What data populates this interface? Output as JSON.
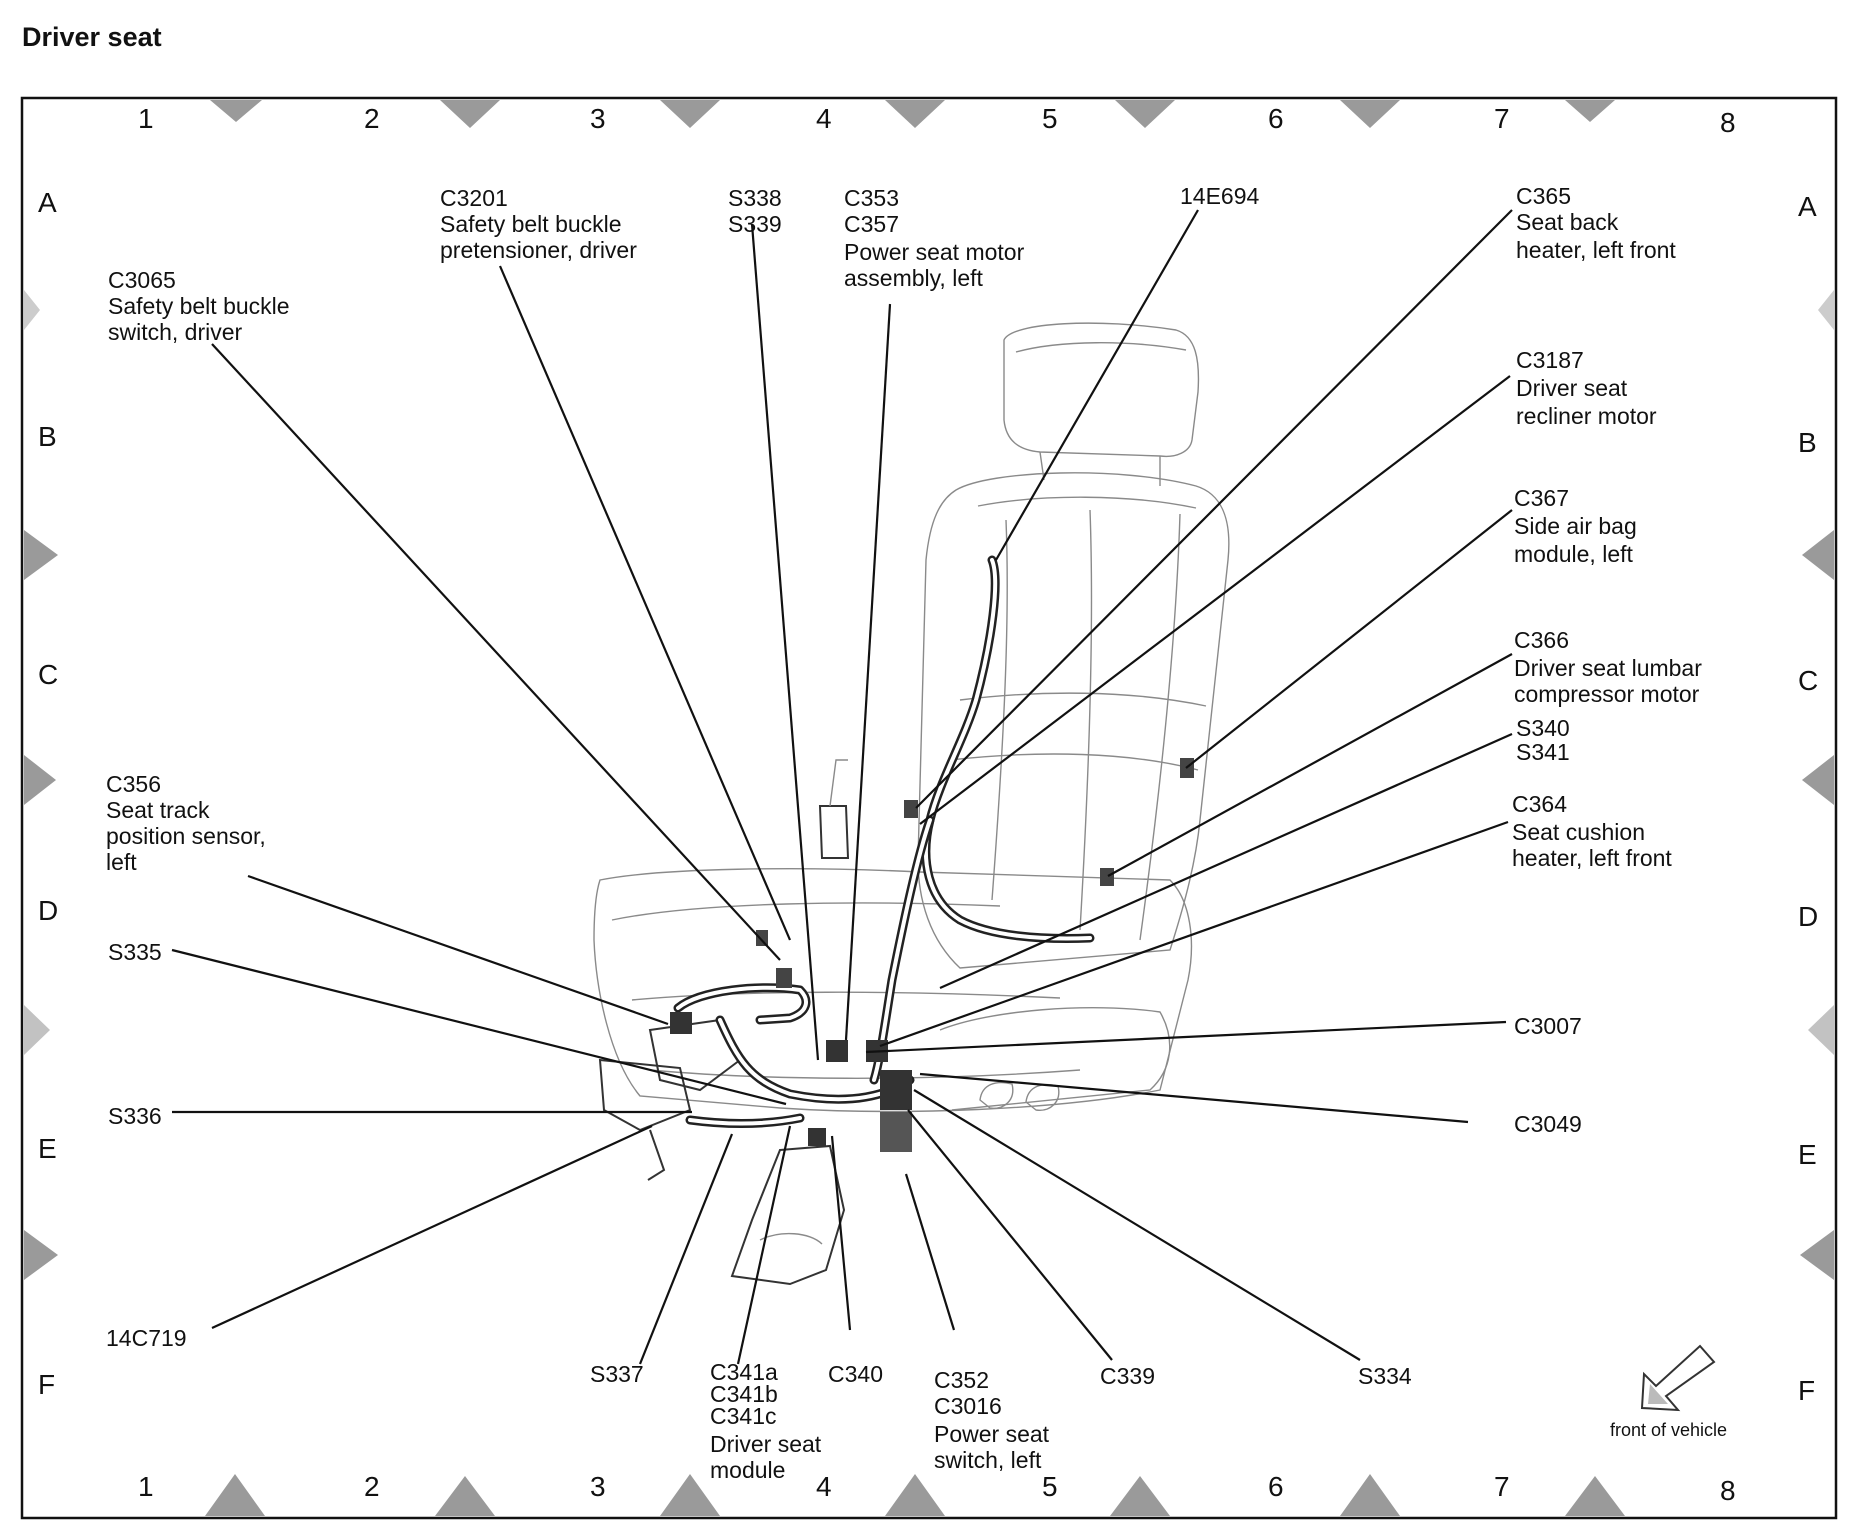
{
  "title": "Driver  seat",
  "grid": {
    "columns": [
      "1",
      "2",
      "3",
      "4",
      "5",
      "6",
      "7",
      "8"
    ],
    "rows": [
      "A",
      "B",
      "C",
      "D",
      "E",
      "F"
    ]
  },
  "callouts": [
    {
      "id": "c3201",
      "lines": [
        "C3201",
        "Safety belt buckle",
        "pretensioner, driver"
      ]
    },
    {
      "id": "s338",
      "lines": [
        "S338",
        "S339"
      ]
    },
    {
      "id": "c353",
      "lines": [
        "C353",
        "C357",
        "Power seat motor",
        "assembly, left"
      ]
    },
    {
      "id": "e694",
      "lines": [
        "14E694"
      ]
    },
    {
      "id": "c365",
      "lines": [
        "C365",
        "Seat back",
        "heater, left front"
      ]
    },
    {
      "id": "c3065",
      "lines": [
        "C3065",
        "Safety belt buckle",
        "switch, driver"
      ]
    },
    {
      "id": "c3187",
      "lines": [
        "C3187",
        "Driver seat",
        "recliner motor"
      ]
    },
    {
      "id": "c367",
      "lines": [
        "C367",
        "Side air bag",
        "module, left"
      ]
    },
    {
      "id": "c366",
      "lines": [
        "C366",
        "Driver seat lumbar",
        "compressor motor"
      ]
    },
    {
      "id": "s340",
      "lines": [
        "S340",
        "S341"
      ]
    },
    {
      "id": "c356",
      "lines": [
        "C356",
        "Seat track",
        "position sensor,",
        "left"
      ]
    },
    {
      "id": "c364",
      "lines": [
        "C364",
        "Seat cushion",
        "heater, left front"
      ]
    },
    {
      "id": "s335",
      "lines": [
        "S335"
      ]
    },
    {
      "id": "c3007",
      "lines": [
        "C3007"
      ]
    },
    {
      "id": "s336",
      "lines": [
        "S336"
      ]
    },
    {
      "id": "c3049",
      "lines": [
        "C3049"
      ]
    },
    {
      "id": "c719",
      "lines": [
        "14C719"
      ]
    },
    {
      "id": "s337",
      "lines": [
        "S337"
      ]
    },
    {
      "id": "c341",
      "lines": [
        "C341a",
        "C341b",
        "C341c",
        "Driver seat",
        "module"
      ]
    },
    {
      "id": "c340",
      "lines": [
        "C340"
      ]
    },
    {
      "id": "c352",
      "lines": [
        "C352",
        "C3016",
        "Power seat",
        "switch, left"
      ]
    },
    {
      "id": "c339",
      "lines": [
        "C339"
      ]
    },
    {
      "id": "s334",
      "lines": [
        "S334"
      ]
    }
  ],
  "front_label": "front of vehicle"
}
